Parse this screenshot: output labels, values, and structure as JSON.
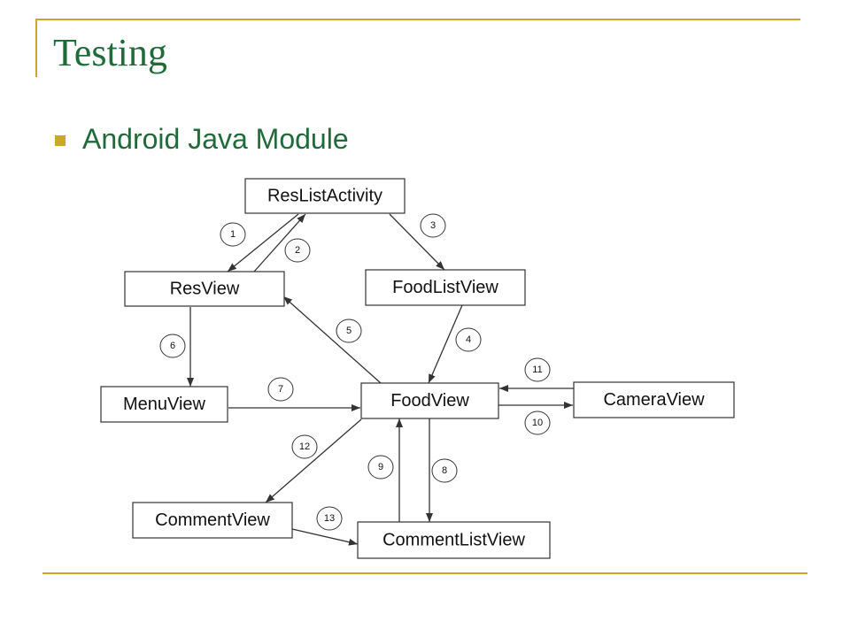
{
  "slide": {
    "title": "Testing",
    "bullet": "Android Java Module",
    "accent_color": "#c9a82a",
    "title_color": "#1f6b3a"
  },
  "diagram": {
    "nodes": {
      "reslistactivity": "ResListActivity",
      "resview": "ResView",
      "foodlistview": "FoodListView",
      "menuview": "MenuView",
      "foodview": "FoodView",
      "cameraview": "CameraView",
      "commentview": "CommentView",
      "commentlistview": "CommentListView"
    },
    "edges": [
      {
        "label": "1",
        "from": "ResListActivity",
        "to": "ResView"
      },
      {
        "label": "2",
        "from": "ResView",
        "to": "ResListActivity"
      },
      {
        "label": "3",
        "from": "ResListActivity",
        "to": "FoodListView"
      },
      {
        "label": "4",
        "from": "FoodListView",
        "to": "FoodView"
      },
      {
        "label": "5",
        "from": "FoodView",
        "to": "ResView"
      },
      {
        "label": "6",
        "from": "ResView",
        "to": "MenuView"
      },
      {
        "label": "7",
        "from": "MenuView",
        "to": "FoodView"
      },
      {
        "label": "8",
        "from": "FoodView",
        "to": "CommentListView"
      },
      {
        "label": "9",
        "from": "CommentListView",
        "to": "FoodView"
      },
      {
        "label": "10",
        "from": "FoodView",
        "to": "CameraView"
      },
      {
        "label": "11",
        "from": "CameraView",
        "to": "FoodView"
      },
      {
        "label": "12",
        "from": "FoodView",
        "to": "CommentView"
      },
      {
        "label": "13",
        "from": "CommentView",
        "to": "CommentListView"
      }
    ]
  }
}
